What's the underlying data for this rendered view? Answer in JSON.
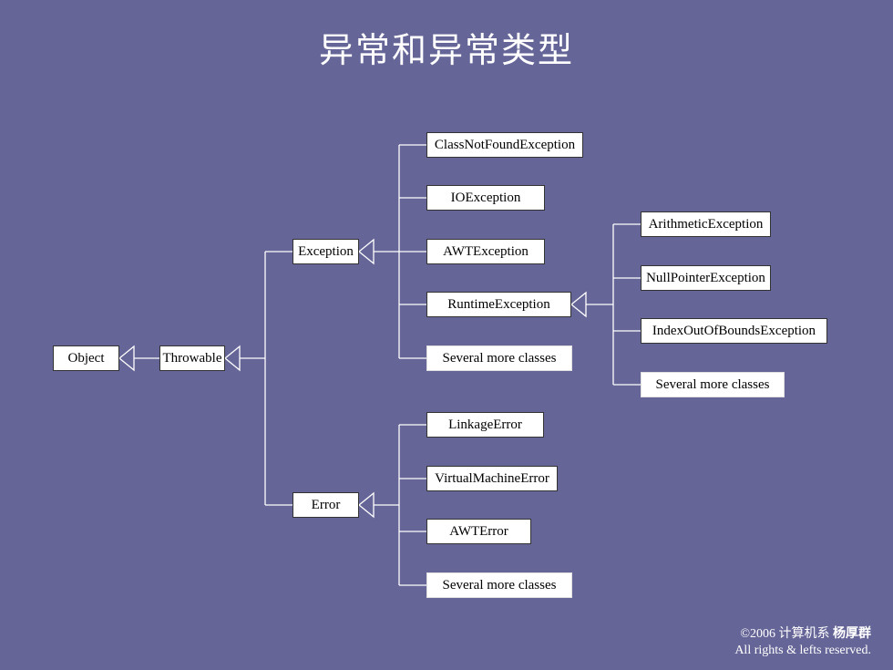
{
  "title": "异常和异常类型",
  "nodes": {
    "object": "Object",
    "throwable": "Throwable",
    "exception": "Exception",
    "error": "Error",
    "class_not_found": "ClassNotFoundException",
    "io": "IOException",
    "awt_exception": "AWTException",
    "runtime": "RuntimeException",
    "exception_more": "Several more classes",
    "arithmetic": "ArithmeticException",
    "null_pointer": "NullPointerException",
    "index_out_of_bounds": "IndexOutOfBoundsException",
    "runtime_more": "Several more classes",
    "linkage": "LinkageError",
    "virtual_machine": "VirtualMachineError",
    "awt_error": "AWTError",
    "error_more": "Several more classes"
  },
  "footer": {
    "copyright": "©2006 计算机系",
    "author": "杨厚群",
    "rights": "All rights & lefts reserved."
  },
  "colors": {
    "background": "#656598",
    "box": "#ffffff",
    "line": "#ffffff"
  }
}
